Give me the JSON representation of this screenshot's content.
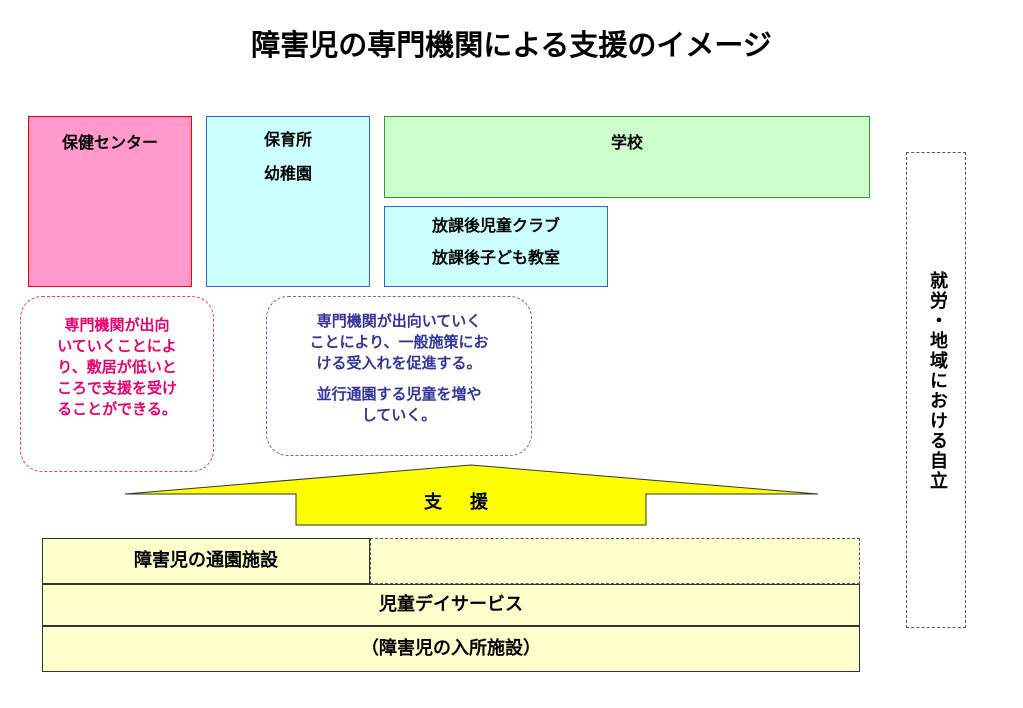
{
  "title": "障害児の専門機関による支援のイメージ",
  "health_center": {
    "label": "保健センター"
  },
  "nursery": {
    "line1": "保育所",
    "line2": "幼稚園"
  },
  "school": {
    "label": "学校"
  },
  "after_school": {
    "line1": "放課後児童クラブ",
    "line2": "放課後子ども教室"
  },
  "note_left": {
    "lines": [
      "専門機関が出向",
      "いていくことによ",
      "り、敷居が低いと",
      "ころで支援を受け",
      "ることができる。"
    ],
    "color": "#e6006e"
  },
  "note_mid": {
    "para1": [
      "専門機関が出向いていく",
      "ことにより、一般施策にお",
      "ける受入れを促進する。"
    ],
    "para2": [
      "並行通園する児童を増や",
      "していく。"
    ],
    "color": "#333399"
  },
  "vertical_label": "就労・地域における自立",
  "support_label": "支援",
  "facilities": {
    "row1": "障害児の通園施設",
    "row2": "児童デイサービス",
    "row3": "（障害児の入所施設）"
  },
  "colors": {
    "health_fill": "#ff99cc",
    "health_border": "#ff0000",
    "nursery_fill": "#ccffff",
    "school_fill": "#ccffcc",
    "arrow_fill": "#ffff00",
    "facility_fill": "#ffffcc"
  }
}
